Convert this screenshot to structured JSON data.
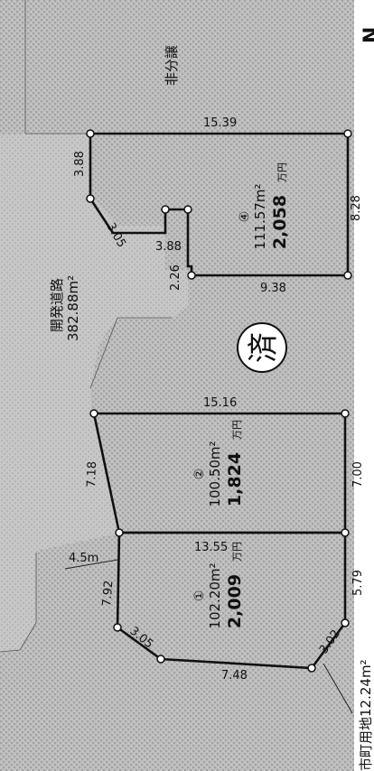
{
  "road": {
    "label": "開発道路",
    "area": "382.88m²",
    "width": "4.5m"
  },
  "non_sale": {
    "label": "非分譲"
  },
  "sold_stamp": "済",
  "north_mark": "N",
  "lots": [
    {
      "number": "①",
      "area": "102.20m²",
      "price": "2,009",
      "unit": "万円"
    },
    {
      "number": "②",
      "area": "100.50m²",
      "price": "1,824",
      "unit": "万円"
    },
    {
      "number": "④",
      "area": "111.57m²",
      "price": "2,058",
      "unit": "万円"
    }
  ],
  "dimensions": {
    "lot4_top": "15.39",
    "lot4_right": "8.28",
    "lot4_bottom": "9.38",
    "lot4_left_top": "3.88",
    "lot4_chamfer": "3.05",
    "lot4_step": "3.88",
    "lot4_step_side": "2.26",
    "lot2_top": "15.16",
    "lot2_left": "7.18",
    "lot2_right": "7.00",
    "lot1_top": "13.55",
    "lot1_left": "7.92",
    "lot1_right": "5.79",
    "lot1_corner_right": "3.02",
    "lot1_bottom": "7.48",
    "lot1_corner_left": "3.05"
  },
  "footer_label": "市町用地12.24m²"
}
